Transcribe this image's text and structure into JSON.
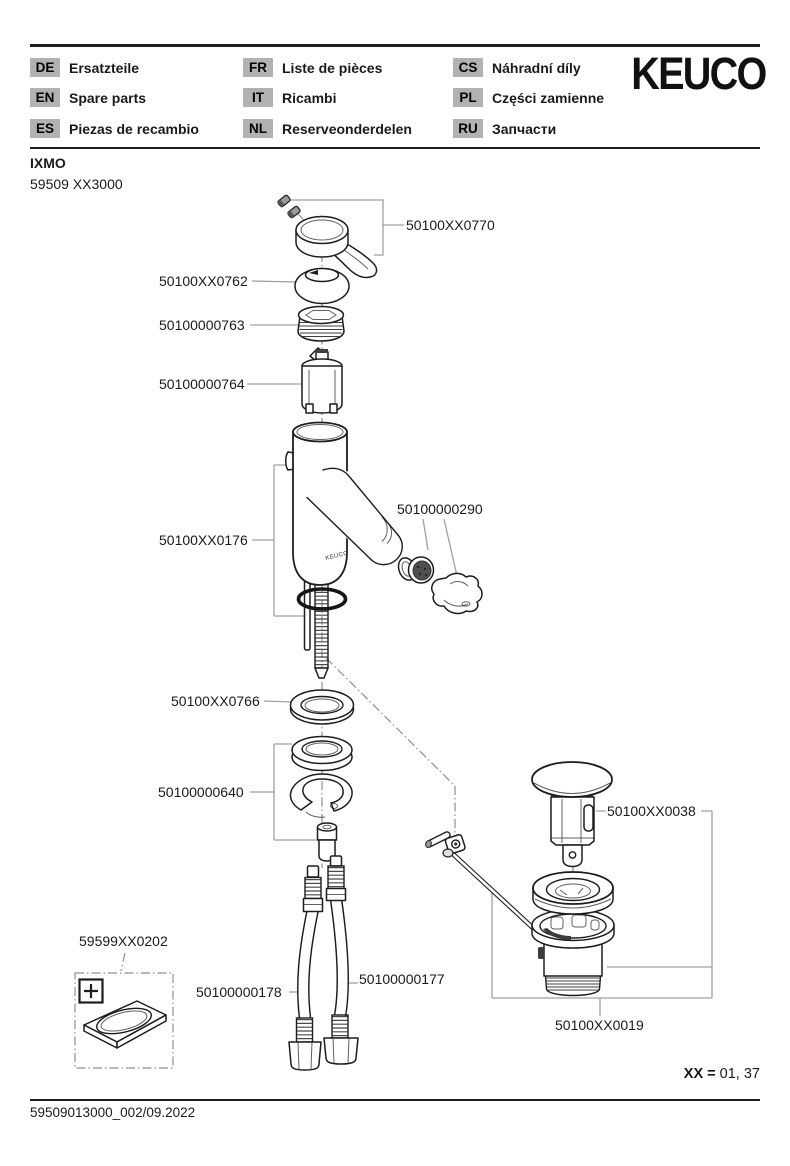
{
  "header": {
    "brand": "KEUCO",
    "languages": [
      {
        "code": "DE",
        "label": "Ersatzteile"
      },
      {
        "code": "EN",
        "label": "Spare parts"
      },
      {
        "code": "ES",
        "label": "Piezas de recambio"
      },
      {
        "code": "FR",
        "label": "Liste de pièces"
      },
      {
        "code": "IT",
        "label": "Ricambi"
      },
      {
        "code": "NL",
        "label": "Reserveonderdelen"
      },
      {
        "code": "CS",
        "label": "Náhradní díly"
      },
      {
        "code": "PL",
        "label": "Części zamienne"
      },
      {
        "code": "RU",
        "label": "Запчасти"
      }
    ]
  },
  "product": {
    "series": "IXMO",
    "model": "59509 XX3000"
  },
  "diagram": {
    "body_brand": "KEUCO",
    "part_numbers": [
      "50100XX0770",
      "50100XX0762",
      "50100000763",
      "50100000764",
      "50100XX0176",
      "50100000290",
      "50100XX0766",
      "50100000640",
      "59599XX0202",
      "50100000178",
      "50100000177",
      "50100XX0038",
      "50100XX0019"
    ]
  },
  "note": {
    "prefix": "XX =",
    "values": "01, 37"
  },
  "footer": {
    "doc_no": "59509013000_002/09.2022"
  },
  "colors": {
    "badge_background": "#b2b2b2",
    "diagram_line": "#1d1d1b",
    "leader_line": "#a1a1a1",
    "aerator_face": "#4f4f4f"
  }
}
